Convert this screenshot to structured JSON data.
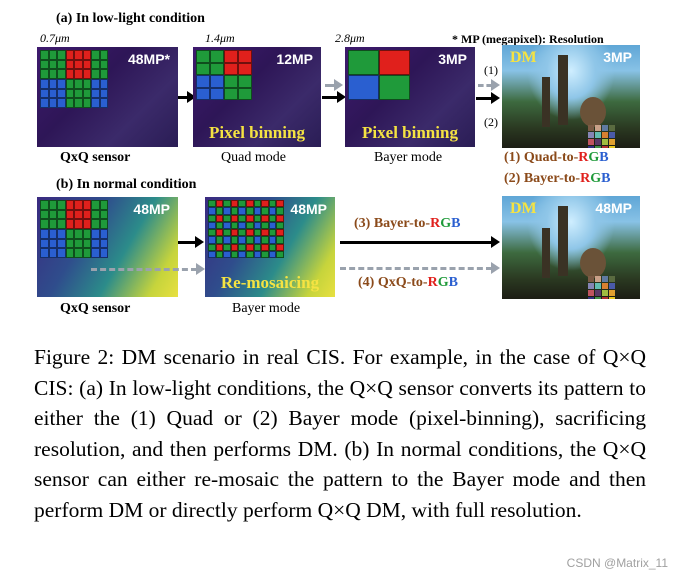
{
  "colors": {
    "red": "#e0201c",
    "green": "#1f9a3a",
    "blue": "#2a5fd0",
    "yellow_label": "#f5e342",
    "method_brown": "#8b4a1a",
    "dashed": "#9aa2ad"
  },
  "section_a": {
    "title": "(a) In low-light condition",
    "note": "* MP (megapixel): Resolution",
    "scales": [
      "0.7μm",
      "1.4μm",
      "2.8μm"
    ],
    "panels": [
      {
        "mp": "48MP*",
        "caption": "QxQ sensor",
        "overlay": ""
      },
      {
        "mp": "12MP",
        "caption": "Quad mode",
        "overlay": "Pixel binning"
      },
      {
        "mp": "3MP",
        "caption": "Bayer mode",
        "overlay": "Pixel binning"
      }
    ],
    "arrow_labels": [
      "(1)",
      "(2)"
    ],
    "result": {
      "tag": "DM",
      "mp": "3MP"
    },
    "methods": [
      {
        "prefix": "(1) Quad-to-",
        "R": "R",
        "G": "G",
        "B": "B"
      },
      {
        "prefix": "(2) Bayer-to-",
        "R": "R",
        "G": "G",
        "B": "B"
      }
    ]
  },
  "section_b": {
    "title": "(b) In normal condition",
    "panels": [
      {
        "mp": "48MP",
        "caption": "QxQ sensor",
        "overlay": ""
      },
      {
        "mp": "48MP",
        "caption": "Bayer mode",
        "overlay": "Re-mosaicing"
      }
    ],
    "result": {
      "tag": "DM",
      "mp": "48MP"
    },
    "methods": [
      {
        "prefix": "(3) Bayer-to-",
        "R": "R",
        "G": "G",
        "B": "B"
      },
      {
        "prefix": "(4) QxQ-to-",
        "R": "R",
        "G": "G",
        "B": "B"
      }
    ]
  },
  "caption": "Figure 2: DM scenario in real CIS. For example, in the case of Q×Q CIS: (a) In low-light conditions, the Q×Q sensor converts its pattern to either the (1) Quad or (2) Bayer mode (pixel-binning), sacrificing resolution, and then performs DM. (b) In normal conditions, the Q×Q sensor can either re-mosaic the pattern to the Bayer mode and then perform DM or directly perform Q×Q DM, with full resolution.",
  "watermark": "CSDN @Matrix_11"
}
